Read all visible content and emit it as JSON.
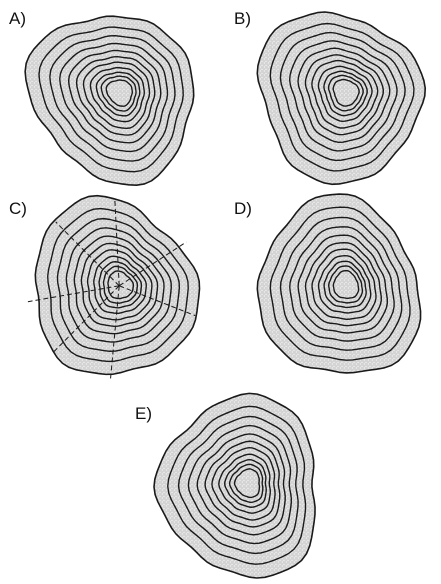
{
  "panels": [
    {
      "label": "A)",
      "radial_cracks": false
    },
    {
      "label": "B)",
      "radial_cracks": false
    },
    {
      "label": "C)",
      "radial_cracks": true
    },
    {
      "label": "D)",
      "radial_cracks": false
    },
    {
      "label": "E)",
      "radial_cracks": false
    }
  ],
  "colors": {
    "stipple_fill": "#d4d4d4",
    "ring_stroke": "#1a1a1a",
    "background": "#ffffff"
  }
}
